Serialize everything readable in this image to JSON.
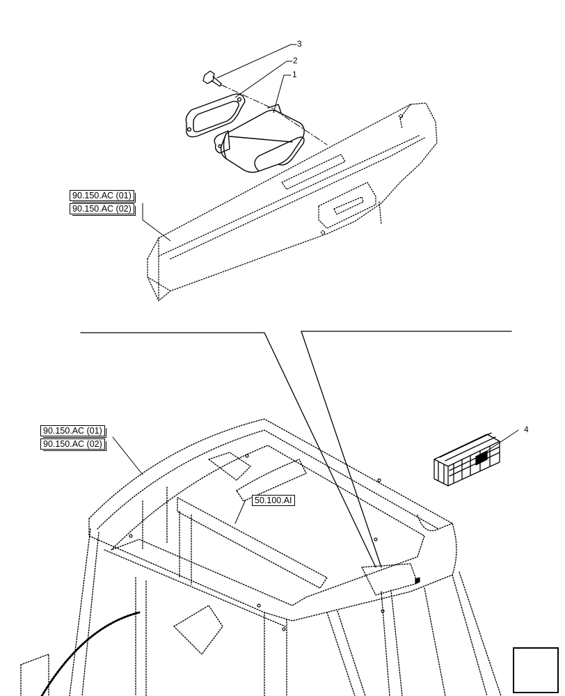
{
  "callouts": [
    {
      "label": "3"
    },
    {
      "label": "2"
    },
    {
      "label": "1"
    },
    {
      "label": "4"
    }
  ],
  "upper_refs": [
    "90.150.AC (01)",
    "90.150.AC (02)"
  ],
  "lower_refs": [
    "90.150.AC (01)",
    "90.150.AC (02)"
  ],
  "frame_ref": "50.100.AI",
  "icons": {
    "nav": "arrow-return-icon",
    "crate": "kit-crate-icon"
  }
}
